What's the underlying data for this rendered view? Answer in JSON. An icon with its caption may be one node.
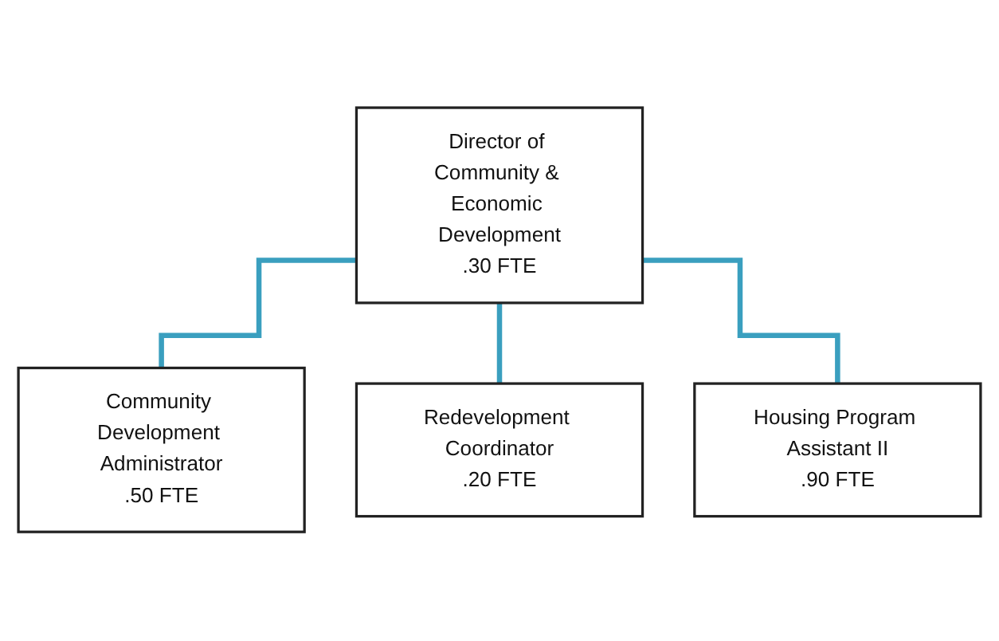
{
  "diagram": {
    "nodes": [
      {
        "text": [
          "Director of Community & Economic Development",
          ".30 FTE"
        ]
      },
      {
        "text": [
          "Community Development Administrator",
          ".50 FTE"
        ]
      },
      {
        "text": [
          "Redevelopment Coordinator",
          ".20 FTE"
        ]
      },
      {
        "text": [
          "Housing Program Assistant II",
          ".90 FTE"
        ]
      }
    ],
    "edges": [
      {
        "from": 0,
        "to": 1,
        "arrow": "none"
      },
      {
        "from": 0,
        "to": 2,
        "arrow": "none"
      },
      {
        "from": 0,
        "to": 3,
        "arrow": "none"
      }
    ]
  }
}
